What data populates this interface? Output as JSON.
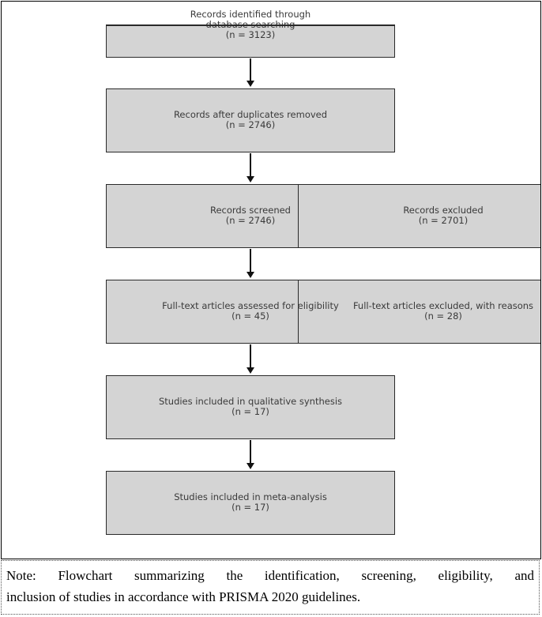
{
  "flowchart": {
    "identified": [
      "Records identified through",
      "database searching",
      "(n = 3123)"
    ],
    "dedup": [
      "Records after duplicates removed",
      "(n = 2746)"
    ],
    "screened": [
      "Records screened",
      "(n = 2746)"
    ],
    "excluded": [
      "Records excluded",
      "(n = 2701)"
    ],
    "fulltext": [
      "Full-text articles assessed for eligibility",
      "(n = 45)"
    ],
    "fulltext_excluded": [
      "Full-text articles excluded, with reasons",
      "(n = 28)"
    ],
    "qualitative": [
      "Studies included in qualitative synthesis",
      "(n = 17)"
    ],
    "meta": [
      "Studies included in meta-analysis",
      "(n = 17)"
    ]
  },
  "note": {
    "line1": "Note: Flowchart summarizing the identification, screening, eligibility, and",
    "line2": "inclusion of studies in accordance with PRISMA 2020 guidelines."
  }
}
